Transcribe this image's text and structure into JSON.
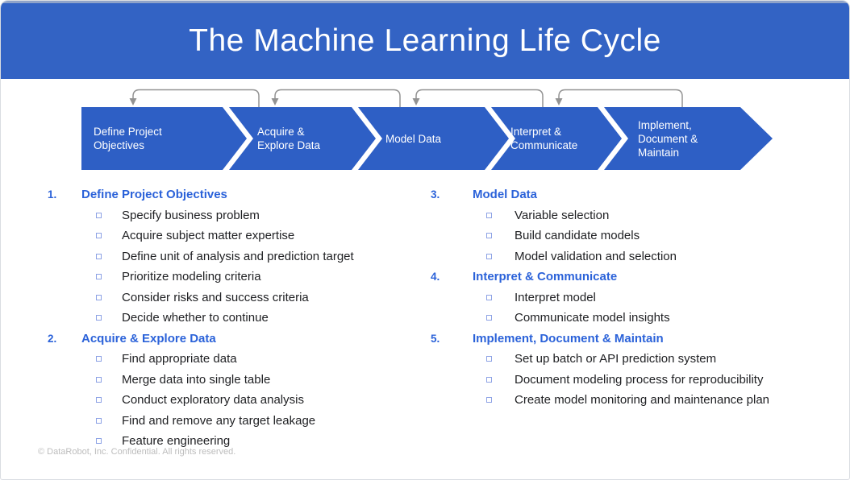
{
  "slide": {
    "title": "The Machine Learning Life Cycle",
    "footer": "© DataRobot, Inc. Confidential. All rights reserved."
  },
  "flow": {
    "stages": [
      {
        "label": "Define Project\nObjectives"
      },
      {
        "label": "Acquire &\nExplore Data"
      },
      {
        "label": "Model Data"
      },
      {
        "label": "Interpret &\nCommunicate"
      },
      {
        "label": "Implement,\nDocument &\nMaintain"
      }
    ],
    "feedback_loops": 4
  },
  "sections": [
    {
      "number": "1.",
      "heading": "Define Project Objectives",
      "items": [
        "Specify business problem",
        "Acquire subject matter expertise",
        "Define unit of analysis and prediction target",
        "Prioritize modeling criteria",
        "Consider risks and success criteria",
        "Decide whether to continue"
      ]
    },
    {
      "number": "2.",
      "heading": "Acquire & Explore Data",
      "items": [
        "Find appropriate data",
        "Merge data into single table",
        "Conduct exploratory data analysis",
        "Find and remove any target leakage",
        "Feature engineering"
      ]
    },
    {
      "number": "3.",
      "heading": "Model Data",
      "items": [
        "Variable selection",
        "Build candidate models",
        "Model validation and selection"
      ]
    },
    {
      "number": "4.",
      "heading": "Interpret & Communicate",
      "items": [
        "Interpret model",
        "Communicate model insights"
      ]
    },
    {
      "number": "5.",
      "heading": "Implement, Document & Maintain",
      "items": [
        "Set up batch or API prediction system",
        "Document modeling process for reproducibility",
        "Create model monitoring and maintenance plan"
      ]
    }
  ],
  "colors": {
    "banner_blue": "#3363c4",
    "stage_blue": "#2e5fc5",
    "heading_blue": "#2b62d9",
    "bullet_border": "#8da2e5",
    "loop_gray": "#939393",
    "body_text": "#202124",
    "footer_gray": "#bdbdbd"
  }
}
